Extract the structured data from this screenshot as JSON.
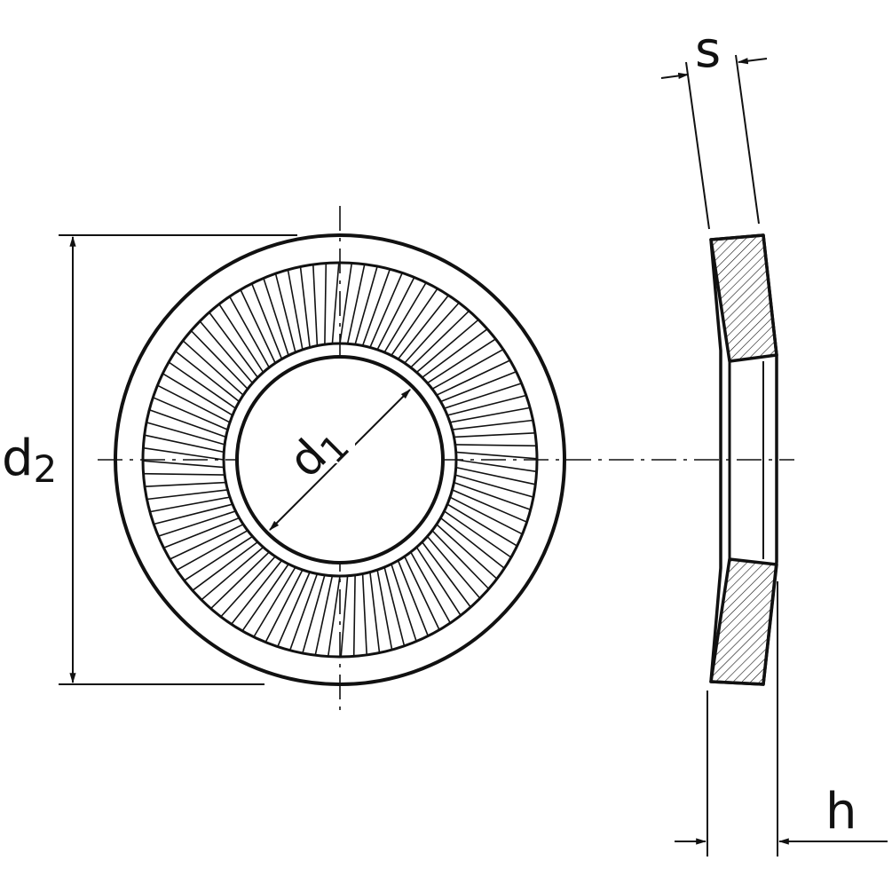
{
  "labels": {
    "d2": "d",
    "d2_sub": "2",
    "d1": "d",
    "d1_sub": "1",
    "s": "s",
    "h": "h"
  },
  "colors": {
    "line": "#111111",
    "background": "#ffffff"
  }
}
